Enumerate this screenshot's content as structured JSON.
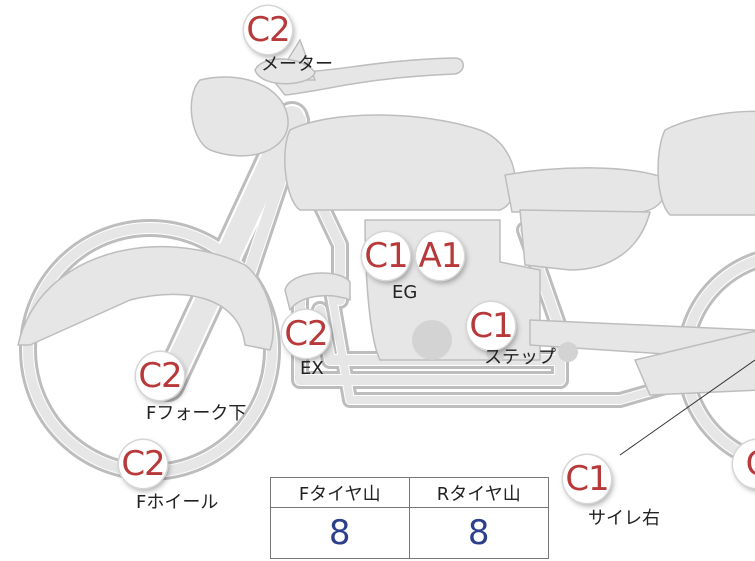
{
  "labels": {
    "meter": "メーター",
    "eg": "EG",
    "ex": "EX",
    "step": "ステップ",
    "f_fork_lower": "Fフォーク下",
    "f_wheel": "Fホイール",
    "silencer_right": "サイレ右"
  },
  "grades": {
    "meter": "C2",
    "eg_left": "C1",
    "eg_right": "A1",
    "ex": "C2",
    "step": "C1",
    "f_fork_lower": "C2",
    "f_wheel": "C2",
    "silencer_right": "C1",
    "rear_partial": "C"
  },
  "tread_table": {
    "f_header": "Fタイヤ山",
    "r_header": "Rタイヤ山",
    "f_value": "8",
    "r_value": "8"
  },
  "colors": {
    "bike_fill": "#e6e6e6",
    "bike_stroke": "#bdbdbd",
    "grade_text": "#b8393a",
    "value_text": "#2b3f8c"
  }
}
